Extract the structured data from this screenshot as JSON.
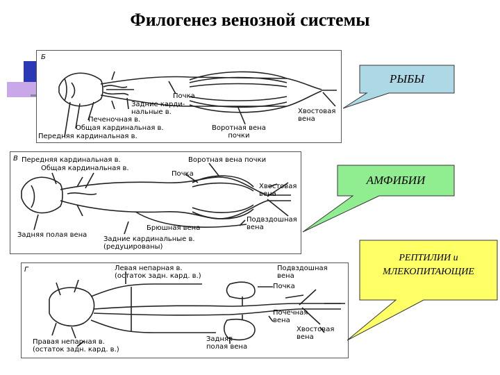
{
  "title": "Филогенез венозной системы",
  "panels": {
    "fish": {
      "letter": "Б",
      "labels": {
        "heart_cardinal": "Задние карди-\nнальные в.",
        "kidney": "Почка",
        "hepatic": "Печеночная в.",
        "common_cardinal": "Общая кардинальная в.",
        "anterior_cardinal": "Передняя кардинальная в.",
        "renal_portal": "Воротная вена\nпочки",
        "caudal": "Хвостовая\nвена"
      }
    },
    "amphibian": {
      "letter": "В",
      "labels": {
        "anterior_cardinal": "Передняя кардинальная в.",
        "common_cardinal": "Общая кардинальная в.",
        "renal_portal": "Воротная вена почки",
        "kidney": "Почка",
        "caudal": "Хвостовая\nвена",
        "iliac": "Подвздошная\nвена",
        "posterior_vena_cava": "Задняя полая вена",
        "abdominal": "Брюшная вена",
        "posterior_cardinal": "Задние кардинальные в.\n(редуцированы)"
      }
    },
    "reptile": {
      "letter": "Г",
      "labels": {
        "left_azygos": "Левая непарная в.\n(остаток задн. кард. в.)",
        "iliac": "Подвздошная\nвена",
        "kidney": "Почка",
        "renal": "Почечная\nвена",
        "caudal": "Хвостовая\nвена",
        "posterior_vena_cava": "Задняя\nполая вена",
        "right_azygos": "Правая непарная в.\n(остаток задн. кард. в.)"
      }
    }
  },
  "callouts": {
    "fish": "РЫБЫ",
    "amphibian": "АМФИБИИ",
    "reptile": "РЕПТИЛИИ и МЛЕКОПИТАЮЩИЕ"
  },
  "colors": {
    "fish_callout": "#add8e6",
    "amphibian_callout": "#90ee90",
    "reptile_callout": "#ffff66",
    "deco_blue": "#2b39b5",
    "deco_lilac": "#c8a8e8"
  }
}
